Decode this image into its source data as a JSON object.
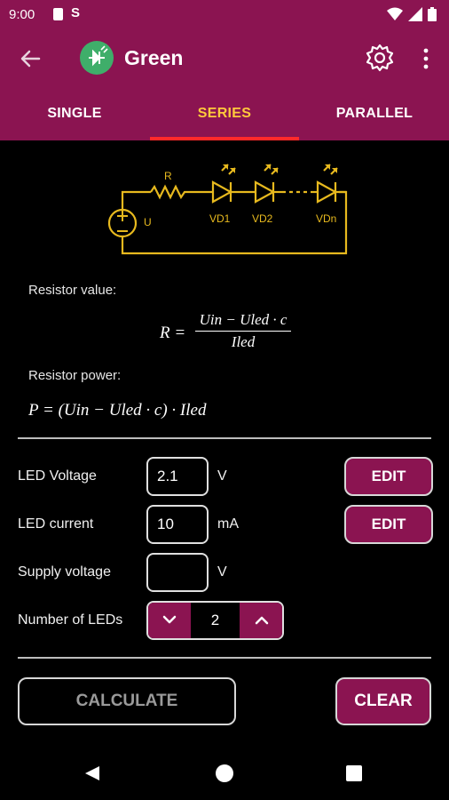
{
  "status_bar": {
    "time": "9:00",
    "carrier_glyph": "S"
  },
  "app_bar": {
    "title": "Green"
  },
  "tabs": [
    {
      "label": "SINGLE",
      "active": false
    },
    {
      "label": "SERIES",
      "active": true
    },
    {
      "label": "PARALLEL",
      "active": false
    }
  ],
  "diagram": {
    "resistor": "R",
    "source": "U",
    "led1": "VD1",
    "led2": "VD2",
    "ledn": "VDn"
  },
  "formulas": {
    "resistor_value_label": "Resistor value:",
    "resistor_formula_lhs": "R =",
    "resistor_formula_num": "Uin − Uled · c",
    "resistor_formula_den": "Iled",
    "resistor_power_label": "Resistor power:",
    "resistor_power_formula": "P = (Uin − Uled · c) · Iled"
  },
  "fields": {
    "led_voltage": {
      "label": "LED Voltage",
      "value": "2.1",
      "unit": "V",
      "edit_label": "EDIT"
    },
    "led_current": {
      "label": "LED current",
      "value": "10",
      "unit": "mA",
      "edit_label": "EDIT"
    },
    "supply_voltage": {
      "label": "Supply voltage",
      "value": "",
      "unit": "V"
    },
    "number_of_leds": {
      "label": "Number of LEDs",
      "value": "2"
    }
  },
  "actions": {
    "calculate_label": "CALCULATE",
    "clear_label": "CLEAR"
  },
  "colors": {
    "primary": "#8b1451",
    "active_tab_text": "#ffc93c",
    "tab_indicator": "#ff2a2a",
    "circuit": "#e7b91e",
    "background": "#000000"
  }
}
